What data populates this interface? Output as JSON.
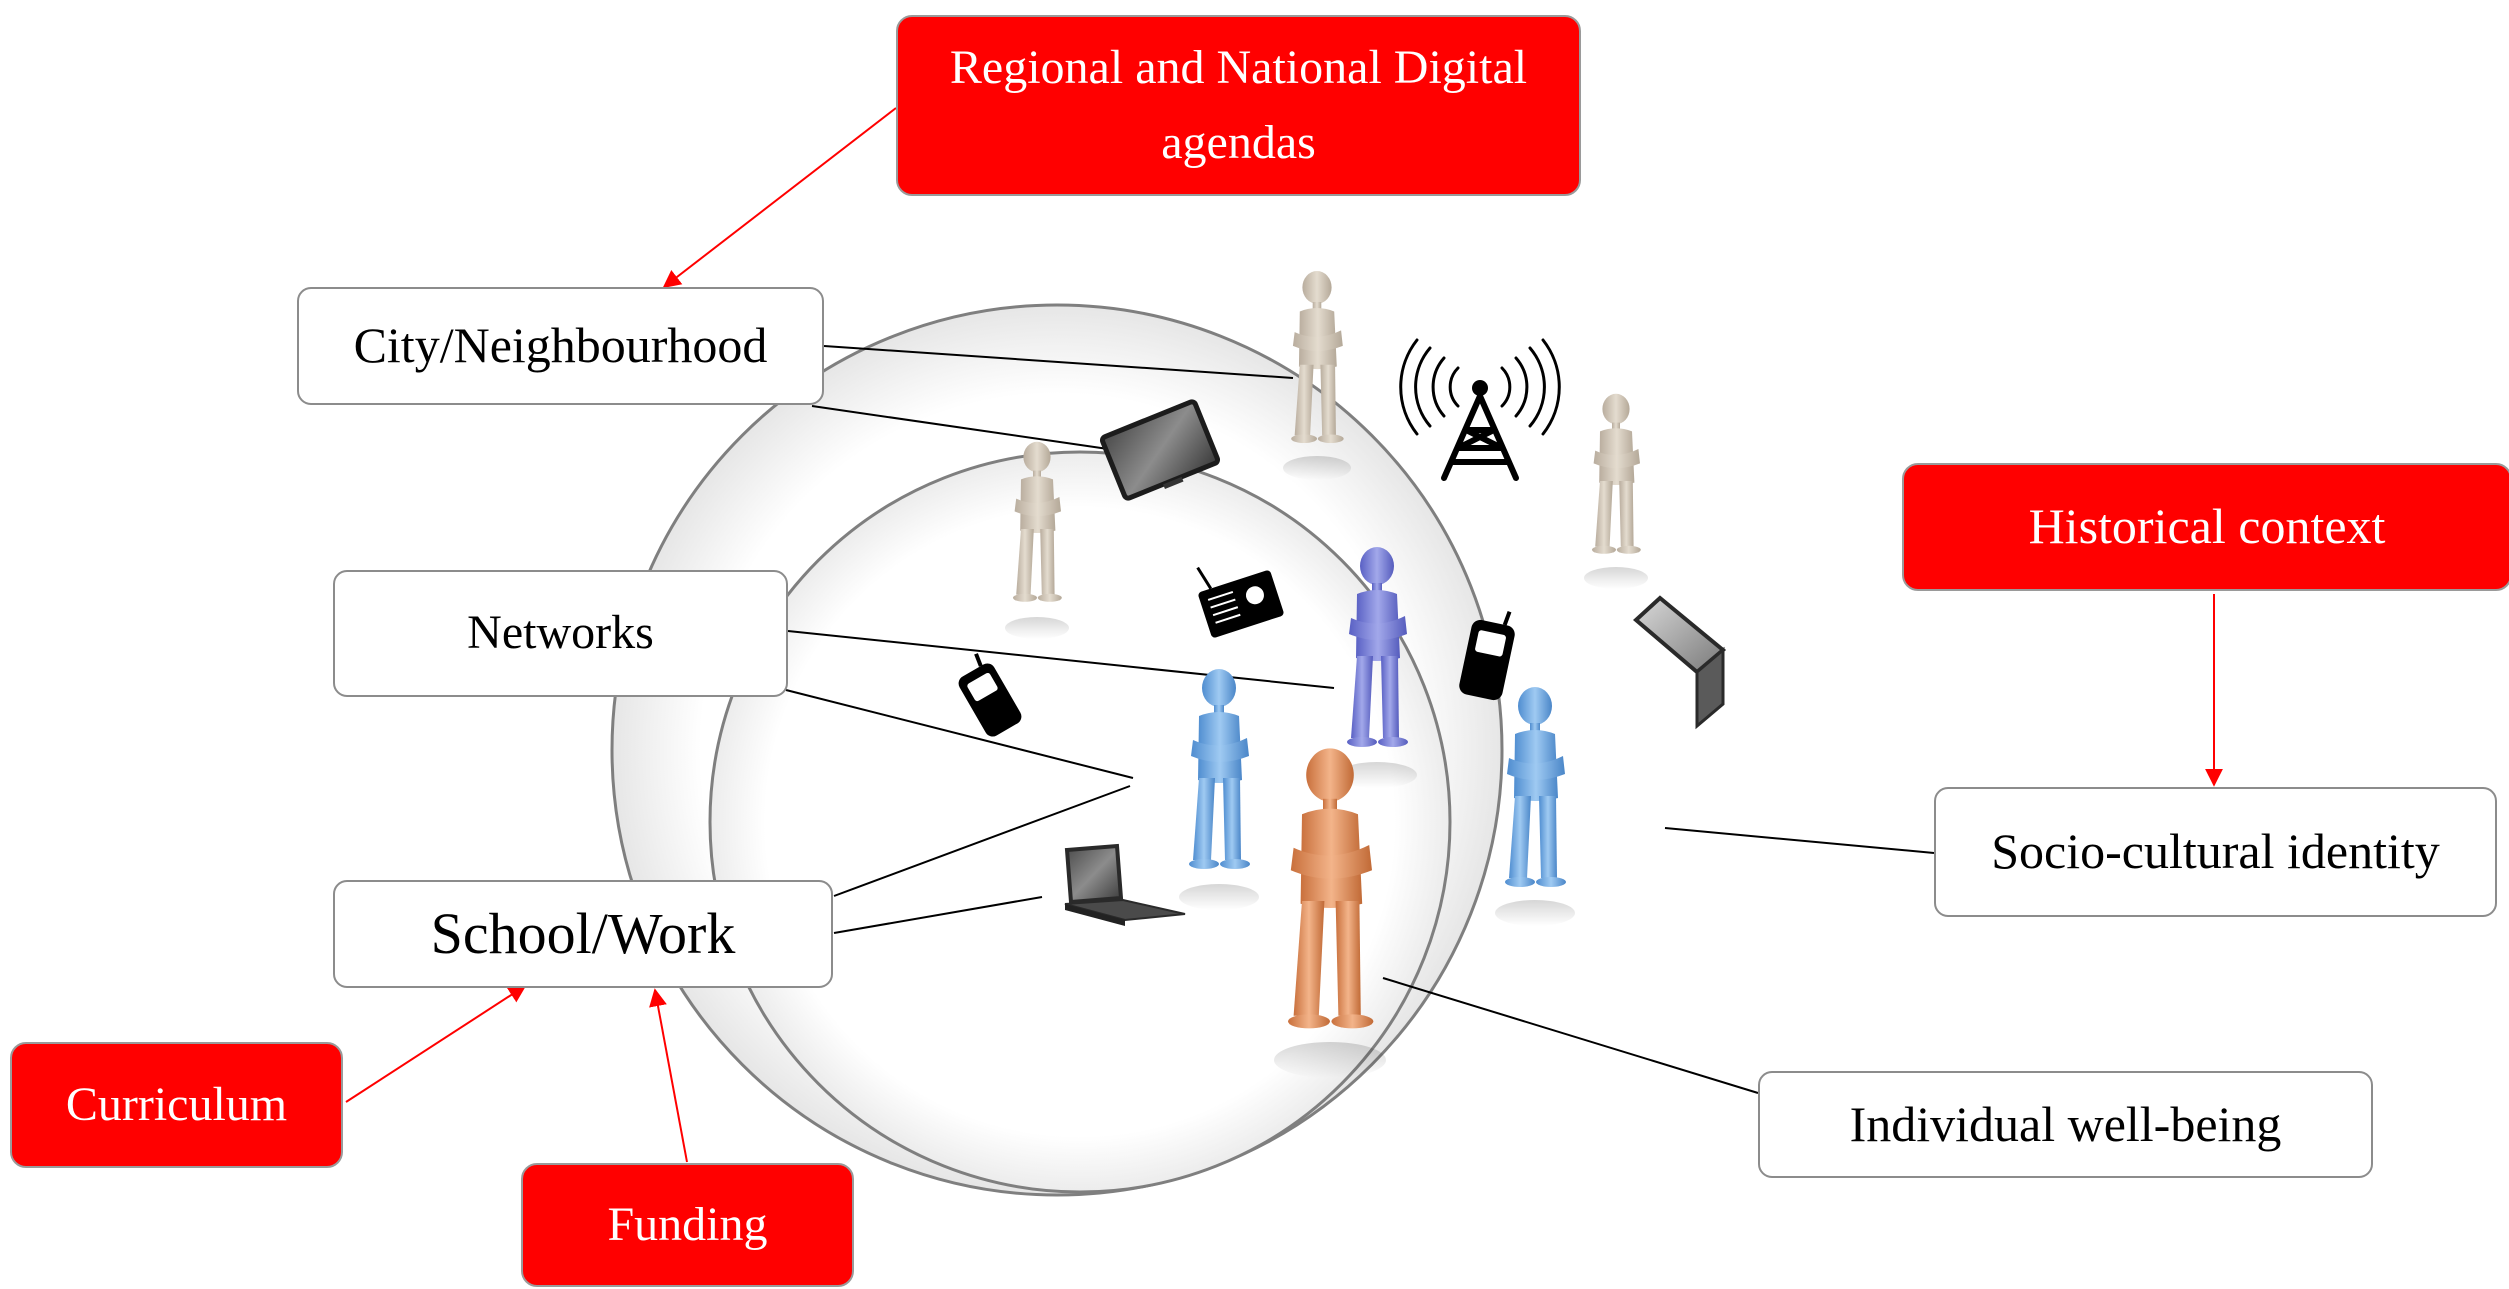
{
  "title": "",
  "nodes": {
    "regional_digital_agendas": "Regional and National Digital agendas",
    "city_neighbourhood": "City/Neighbourhood",
    "networks": "Networks",
    "school_work": "School/Work",
    "socio_cultural_identity": "Socio-cultural identity",
    "individual_well_being": "Individual well-being",
    "historical_context": "Historical context",
    "curriculum": "Curriculum",
    "funding": "Funding"
  },
  "edges": [
    {
      "from": "Regional and National Digital agendas",
      "to": "City/Neighbourhood",
      "style": "red-arrow"
    },
    {
      "from": "Historical context",
      "to": "Socio-cultural identity",
      "style": "red-arrow"
    },
    {
      "from": "Curriculum",
      "to": "School/Work",
      "style": "red-arrow"
    },
    {
      "from": "Funding",
      "to": "School/Work",
      "style": "red-arrow"
    }
  ],
  "icons": [
    "tv-icon",
    "radio-tower-icon",
    "radio-icon",
    "mobile-phone-icon",
    "laptop-icon",
    "person-figure-icon"
  ],
  "colors": {
    "accent_red": "#ff0000",
    "box_border": "#8c8c8c",
    "figure_beige": "#d8cfc2",
    "figure_blue": "#7fb3e6",
    "figure_violet": "#7f86d8",
    "figure_orange": "#e39a6a"
  }
}
